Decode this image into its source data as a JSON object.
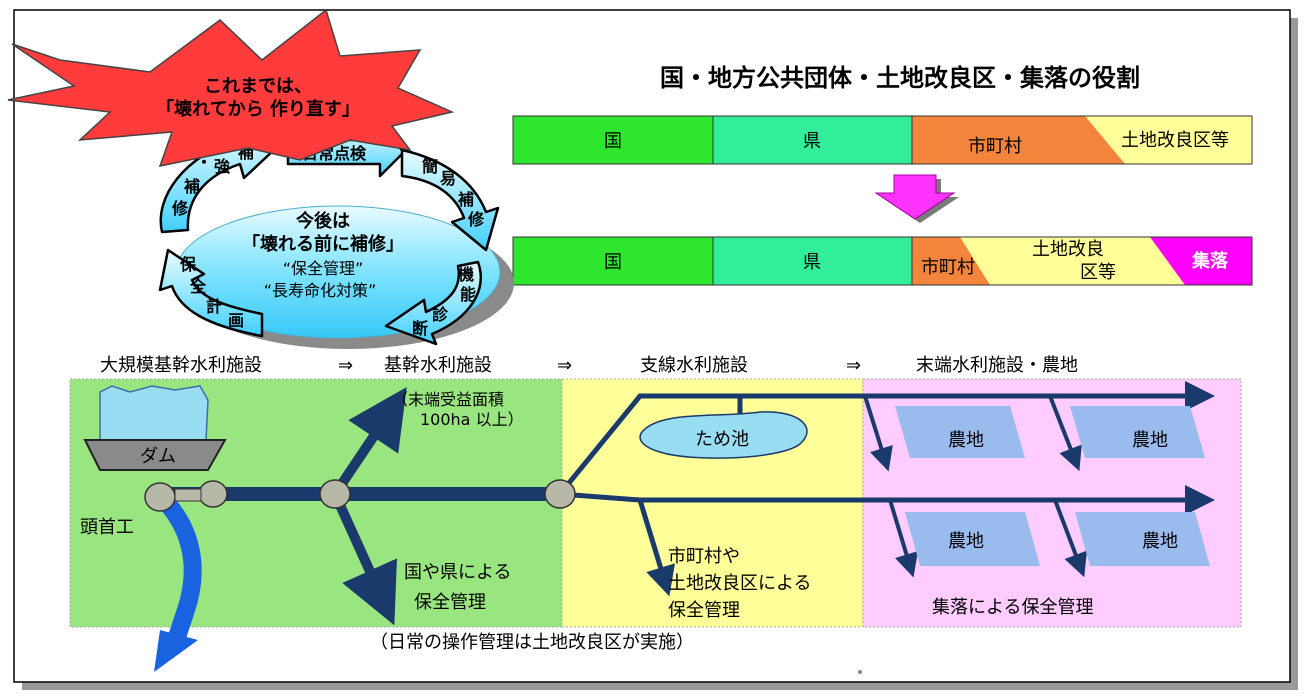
{
  "title": "国・地方公共団体・土地改良区・集落の役割",
  "role_bar_before": {
    "segments": [
      "国",
      "県",
      "市町村",
      "土地改良区等"
    ],
    "colors": [
      "#2ee62e",
      "#33ee99",
      "#f2843c",
      "#ffff99"
    ]
  },
  "role_bar_after": {
    "segments": [
      "国",
      "県",
      "市町村",
      "土地改良\n区等",
      "集落"
    ],
    "colors": [
      "#2ee62e",
      "#33ee99",
      "#f2843c",
      "#ffff99",
      "#ff00ff"
    ]
  },
  "burst": {
    "line1": "これまでは、",
    "line2": "「壊れてから 作り直す」"
  },
  "cycle": {
    "center_line1": "今後は",
    "center_line2": "「壊れる前に補修」",
    "center_line3": "“保全管理”",
    "center_line4": "“長寿命化対策”",
    "arrow_top": "日常点検",
    "arrow_right_top": "簡易補修",
    "arrow_right_bottom": "機能診断",
    "arrow_left_bottom": "保全計画",
    "arrow_left_top": "補修・補強"
  },
  "facility_header": {
    "col1": "大規模基幹水利施設",
    "col2": "基幹水利施設",
    "col3": "支線水利施設",
    "col4": "末端水利施設・農地",
    "arrow": "⇒"
  },
  "zones": {
    "green": "#99e680",
    "yellow": "#ffff99",
    "pink": "#ffccff"
  },
  "map": {
    "dam": "ダム",
    "headworks": "頭首工",
    "pond": "ため池",
    "note_area_line1": "（末端受益面積",
    "note_area_line2": "100ha 以上）",
    "farmland": [
      "農地",
      "農地",
      "農地",
      "農地"
    ],
    "mgmt_national_line1": "国や県による",
    "mgmt_national_line2": "保全管理",
    "mgmt_municipal_line1": "市町村や",
    "mgmt_municipal_line2": "土地改良区による",
    "mgmt_municipal_line3": "保全管理",
    "mgmt_village": "集落による保全管理",
    "daily_note": "（日常の操作管理は土地改良区が実施）"
  }
}
